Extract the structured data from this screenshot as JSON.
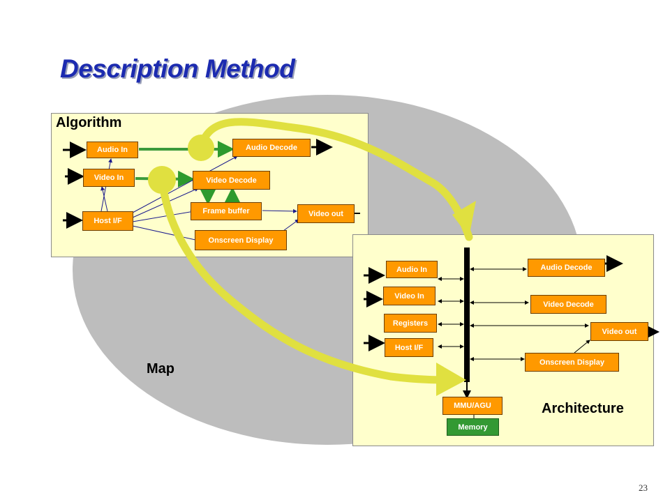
{
  "slide": {
    "title": "Description Method",
    "number": "23",
    "map_label": "Map"
  },
  "algorithm": {
    "label": "Algorithm",
    "blocks": {
      "audio_in": "Audio In",
      "video_in": "Video In",
      "host_if": "Host I/F",
      "audio_decode": "Audio Decode",
      "video_decode": "Video Decode",
      "frame_buffer": "Frame buffer",
      "video_out": "Video out",
      "onscreen_display": "Onscreen Display"
    }
  },
  "architecture": {
    "label": "Architecture",
    "blocks": {
      "audio_in": "Audio In",
      "video_in": "Video In",
      "registers": "Registers",
      "host_if": "Host I/F",
      "audio_decode": "Audio Decode",
      "video_decode": "Video Decode",
      "video_out": "Video out",
      "onscreen_display": "Onscreen Display",
      "mmu_agu": "MMU/AGU",
      "memory": "Memory"
    }
  },
  "colors": {
    "block_fill": "#ff9900",
    "memory_fill": "#339933",
    "panel_fill": "#ffffcc",
    "map_ellipse": "#bdbdbd",
    "map_arrow": "#e0e040",
    "title": "#1c2bb0"
  }
}
